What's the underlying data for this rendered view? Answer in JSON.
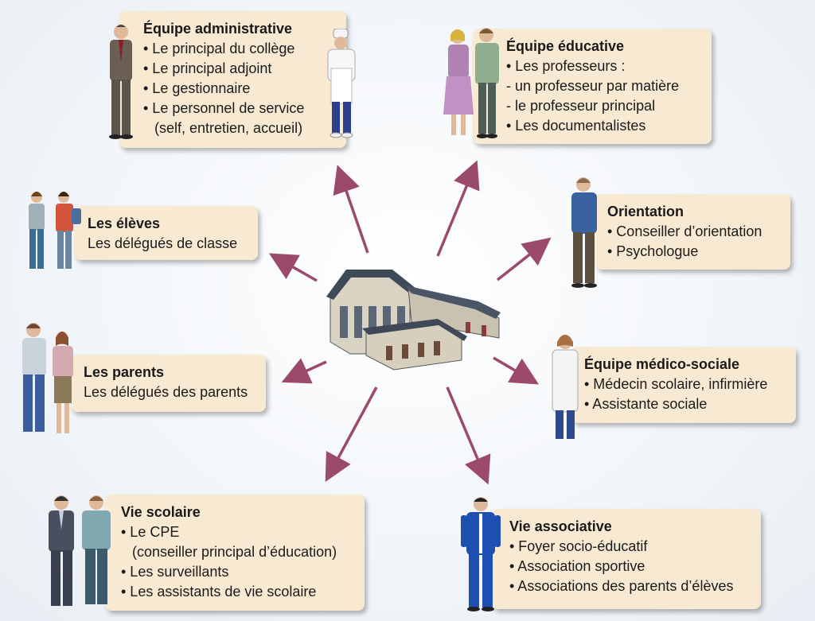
{
  "nodes": {
    "admin": {
      "title": "Équipe administrative",
      "items": [
        "• Le principal du collège",
        "• Le principal adjoint",
        "• Le gestionnaire",
        "• Le personnel de service",
        "(self, entretien, accueil)"
      ]
    },
    "educ": {
      "title": "Équipe éducative",
      "items": [
        "• Les professeurs :",
        "- un professeur par matière",
        "- le professeur principal",
        "• Les documentalistes"
      ]
    },
    "eleves": {
      "title": "Les élèves",
      "items": [
        "Les délégués de classe"
      ]
    },
    "orientation": {
      "title": "Orientation",
      "items": [
        "• Conseiller d’orientation",
        "• Psychologue"
      ]
    },
    "parents": {
      "title": "Les parents",
      "items": [
        "Les délégués des parents"
      ]
    },
    "medico": {
      "title": "Équipe médico-sociale",
      "items": [
        "• Médecin scolaire, infirmière",
        "• Assistante sociale"
      ]
    },
    "viescolaire": {
      "title": "Vie scolaire",
      "items": [
        "• Le CPE",
        "(conseiller principal d’éducation)",
        "• Les surveillants",
        "• Les assistants de vie scolaire"
      ]
    },
    "associative": {
      "title": "Vie associative",
      "items": [
        "• Foyer socio-éducatif",
        "• Association sportive",
        "• Associations des parents d’élèves"
      ]
    }
  },
  "colors": {
    "box": "#f8ead2",
    "arrow": "#9c4a6a"
  }
}
